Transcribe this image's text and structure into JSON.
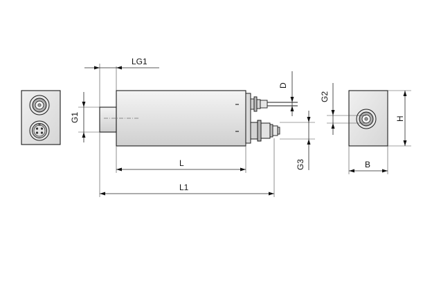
{
  "drawing": {
    "labels": {
      "lg1": "LG1",
      "d": "D",
      "g1": "G1",
      "l": "L",
      "l1": "L1",
      "g2": "G2",
      "g3": "G3",
      "h": "H",
      "b": "B"
    }
  }
}
